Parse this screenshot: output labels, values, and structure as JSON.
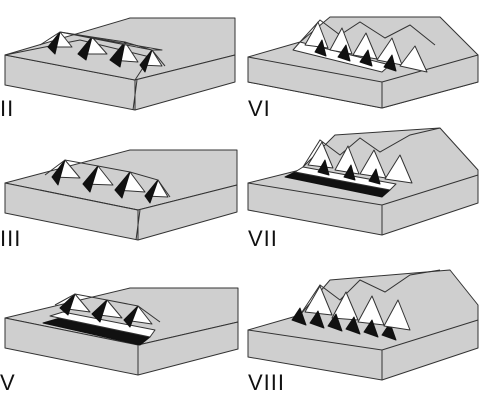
{
  "labels": {
    "p1": "II",
    "p2": "III",
    "p3": "V",
    "p4": "VI",
    "p5": "VII",
    "p6": "VIII"
  },
  "colors": {
    "fill": "#cfcfcf",
    "facet": "#ffffff",
    "shadow": "#111111",
    "stroke": "#333333"
  }
}
